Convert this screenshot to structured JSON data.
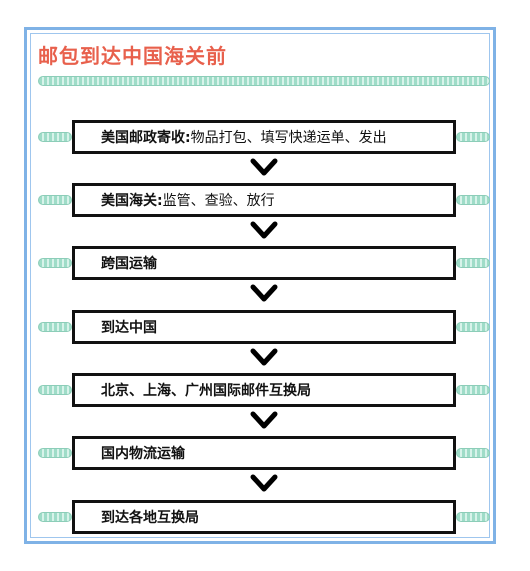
{
  "title": "邮包到达中国海关前",
  "steps": [
    {
      "label": "美国邮政寄收:",
      "detail": "物品打包、填写快递运单、发出"
    },
    {
      "label": "美国海关:",
      "detail": "监管、查验、放行"
    },
    {
      "label": "跨国运输",
      "detail": ""
    },
    {
      "label": "到达中国",
      "detail": ""
    },
    {
      "label": "北京、上海、广州国际邮件互换局",
      "detail": ""
    },
    {
      "label": "国内物流运输",
      "detail": ""
    },
    {
      "label": "到达各地互换局",
      "detail": ""
    }
  ],
  "colors": {
    "title": "#e8604c",
    "frame": "#7fb2e6",
    "wave": "#9fdcc8",
    "box_border": "#111111"
  },
  "icons": {
    "arrow": "arrow-down-icon",
    "wave": "wavy-divider"
  }
}
